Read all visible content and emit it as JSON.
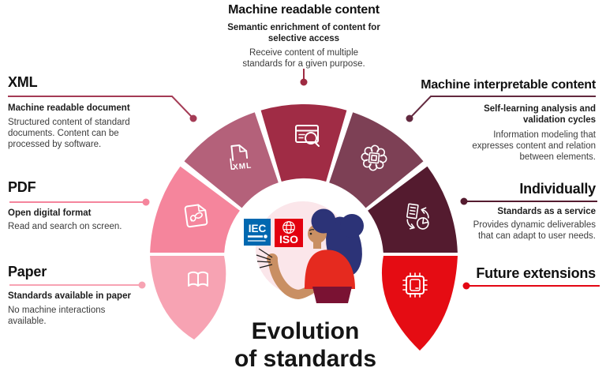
{
  "main_title": {
    "line1": "Evolution",
    "line2": "of standards"
  },
  "callouts": {
    "machine_readable": {
      "title": "Machine readable content",
      "subtitle": "Semantic enrichment of content for selective access",
      "body": "Receive content of multiple standards for a given purpose.",
      "accent": "#9E2B42"
    },
    "xml": {
      "title": "XML",
      "subtitle": "Machine readable document",
      "body": "Structured content of standard documents. Content can be processed by software.",
      "accent": "#A43B55"
    },
    "pdf": {
      "title": "PDF",
      "subtitle": "Open digital format",
      "body": "Read and search on screen.",
      "accent": "#F5859C"
    },
    "paper": {
      "title": "Paper",
      "subtitle": "Standards available in paper",
      "body": "No machine interactions available.",
      "accent": "#F7A3B3"
    },
    "machine_interpretable": {
      "title": "Machine interpretable content",
      "subtitle": "Self-learning analysis and validation cycles",
      "body": "Information modeling that expresses content and relation between elements.",
      "accent": "#63293F"
    },
    "individually": {
      "title": "Individually",
      "subtitle": "Standards as a service",
      "body": "Provides dynamic deliverables that can adapt to user needs.",
      "accent": "#541B2F"
    },
    "future": {
      "title": "Future extensions",
      "accent": "#E30613"
    }
  },
  "wheel": {
    "segments": [
      {
        "name": "paper",
        "color": "#F7A3B3",
        "icon": "open-book-icon"
      },
      {
        "name": "pdf",
        "color": "#F5859C",
        "icon": "pdf-document-icon"
      },
      {
        "name": "xml",
        "color": "#B4617A",
        "icon": "xml-document-icon",
        "icon_text": "XML"
      },
      {
        "name": "machine-readable-content",
        "color": "#A02C45",
        "icon": "browser-search-icon"
      },
      {
        "name": "machine-interpretable-content",
        "color": "#7D4055",
        "icon": "gear-chip-icon"
      },
      {
        "name": "individually",
        "color": "#541B2F",
        "icon": "document-sync-pie-icon"
      },
      {
        "name": "future-extensions",
        "color": "#E50C13",
        "icon": "microchip-icon"
      }
    ]
  },
  "center": {
    "illustration": "woman-presenting",
    "logos": {
      "iec": {
        "label": "IEC",
        "color": "#0068B0"
      },
      "iso": {
        "label": "ISO",
        "color": "#E3000F"
      }
    }
  }
}
